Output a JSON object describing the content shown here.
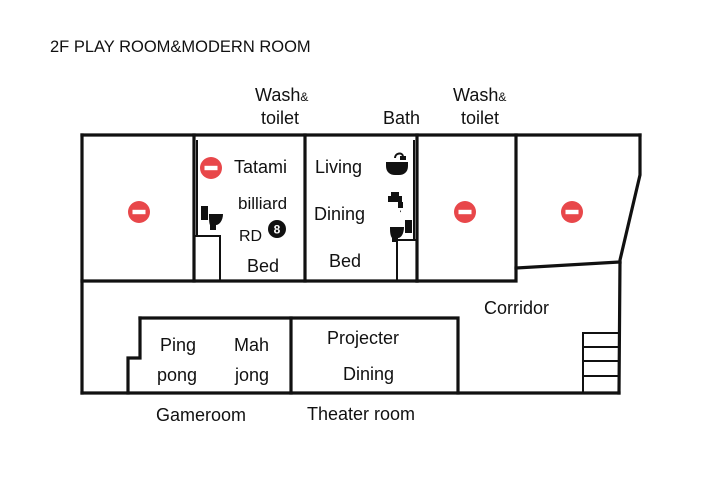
{
  "title": "2F PLAY ROOM&MODERN ROOM",
  "labels": {
    "wash_left": "Wash",
    "wash_left_amp": "&",
    "toilet_left": "toilet",
    "bath": "Bath",
    "wash_right": "Wash",
    "wash_right_amp": "&",
    "toilet_right": "toilet",
    "tatami": "Tatami",
    "billiard": "billiard",
    "rd": "RD",
    "bed_left": "Bed",
    "living": "Living",
    "dining_top": "Dining",
    "bed_right": "Bed",
    "corridor": "Corridor",
    "ping": "Ping",
    "pong": "pong",
    "mah": "Mah",
    "jong": "jong",
    "projecter": "Projecter",
    "dining_bottom": "Dining",
    "gameroom": "Gameroom",
    "theater_room": "Theater room"
  },
  "icons": {
    "no_entry": "no-entry-icon",
    "toilet": "toilet-icon",
    "billiard_ball_number": "8",
    "bathtub": "bathtub-icon",
    "faucet": "faucet-icon",
    "toilet_right": "toilet-icon"
  },
  "colors": {
    "no_entry_red": "#e8474a",
    "ink": "#111111"
  }
}
